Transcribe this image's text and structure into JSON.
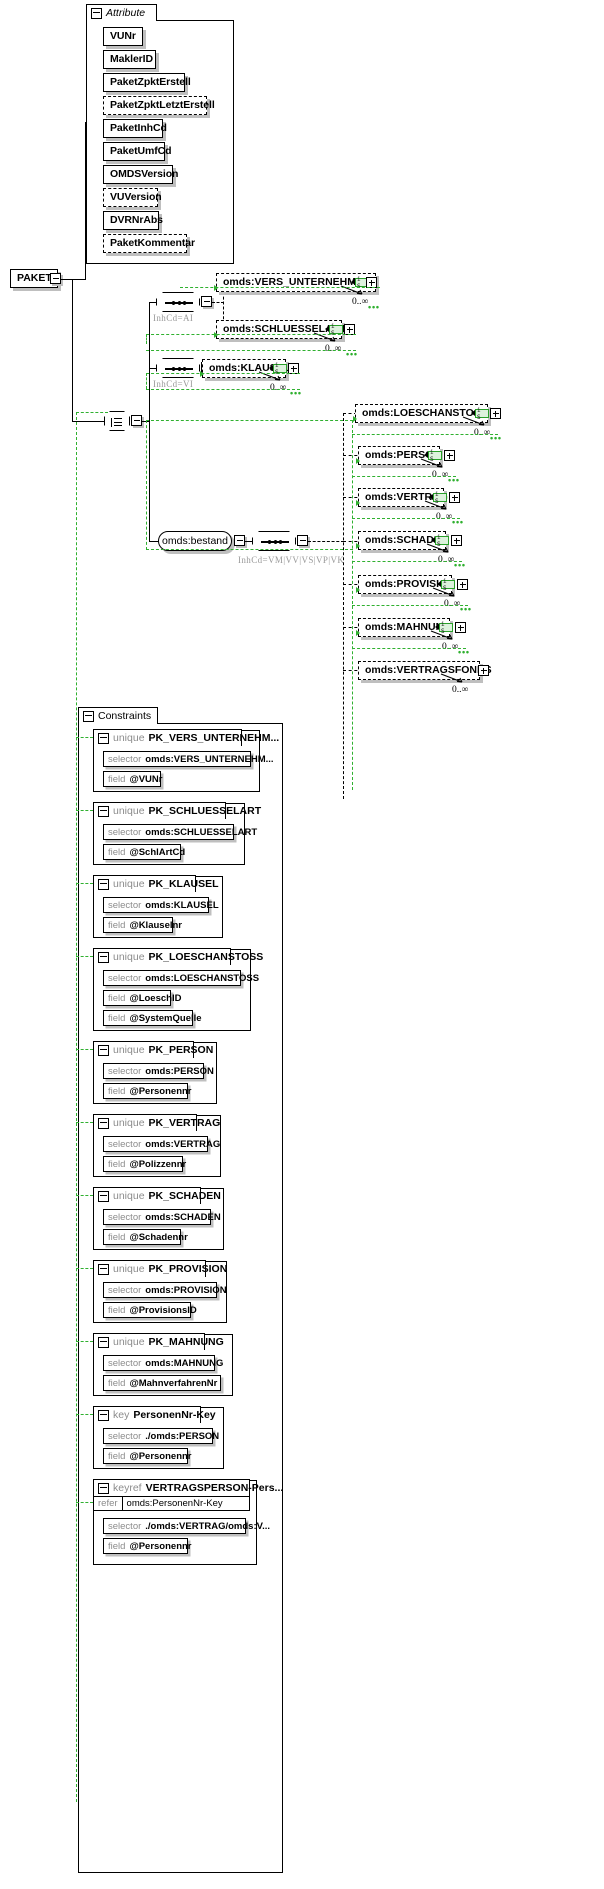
{
  "diagram": {
    "type": "xsd-schema-diagram",
    "root_element": "PAKET"
  },
  "attribute_group": {
    "tab_label": "Attribute",
    "toggle": "minus-icon",
    "attributes": [
      {
        "name": "VUNr",
        "optional": false
      },
      {
        "name": "MaklerID",
        "optional": false
      },
      {
        "name": "PaketZpktErstell",
        "optional": false
      },
      {
        "name": "PaketZpktLetztErstell",
        "optional": true
      },
      {
        "name": "PaketInhCd",
        "optional": false
      },
      {
        "name": "PaketUmfCd",
        "optional": false
      },
      {
        "name": "OMDSVersion",
        "optional": false
      },
      {
        "name": "VUVersion",
        "optional": true
      },
      {
        "name": "DVRNrAbs",
        "optional": false
      },
      {
        "name": "PaketKommentar",
        "optional": true
      }
    ]
  },
  "content_model": {
    "sequences": [
      {
        "id": "seq-ai",
        "annotation": "InhCd=AI"
      },
      {
        "id": "seq-vi",
        "annotation": "InhCd=VI"
      },
      {
        "id": "seq-bestand",
        "annotation": "InhCd=VM|VV|VS|VP|VK"
      }
    ],
    "choice": {
      "id": "choice-main",
      "label": "choice-compositor"
    },
    "group_ref": {
      "name": "omds:bestand"
    },
    "elements": [
      {
        "name": "omds:VERS_UNTERNEHMEN",
        "occurrence": "0..∞",
        "badge": "i S",
        "expandable": true,
        "group": "seq-ai"
      },
      {
        "name": "omds:SCHLUESSELART",
        "occurrence": "0..∞",
        "badge": "i S",
        "expandable": true,
        "group": "seq-ai"
      },
      {
        "name": "omds:KLAUSEL",
        "occurrence": "0..∞",
        "badge": "i S",
        "expandable": true,
        "group": "seq-vi"
      },
      {
        "name": "omds:LOESCHANSTOSS",
        "occurrence": "0..∞",
        "badge": "i S",
        "expandable": true,
        "group": "seq-bestand"
      },
      {
        "name": "omds:PERSON",
        "occurrence": "0..∞",
        "badge": "i S",
        "expandable": true,
        "group": "seq-bestand"
      },
      {
        "name": "omds:VERTRAG",
        "occurrence": "0..∞",
        "badge": "i S",
        "expandable": true,
        "group": "seq-bestand"
      },
      {
        "name": "omds:SCHADEN",
        "occurrence": "0..∞",
        "badge": "i S",
        "expandable": true,
        "group": "seq-bestand"
      },
      {
        "name": "omds:PROVISION",
        "occurrence": "0..∞",
        "badge": "i S",
        "expandable": true,
        "group": "seq-bestand"
      },
      {
        "name": "omds:MAHNUNG",
        "occurrence": "0..∞",
        "badge": "i S",
        "expandable": true,
        "group": "seq-bestand"
      },
      {
        "name": "omds:VERTRAGSFONDS",
        "occurrence": "0..∞",
        "badge": null,
        "expandable": true,
        "group": "seq-bestand"
      }
    ]
  },
  "constraints_group": {
    "tab_label": "Constraints",
    "toggle": "minus-icon",
    "labels": {
      "selector": "selector",
      "field": "field",
      "refer": "refer"
    },
    "items": [
      {
        "kind": "unique",
        "name": "PK_VERS_UNTERNEHM...",
        "selector": "omds:VERS_UNTERNEHM...",
        "fields": [
          "@VUNr"
        ]
      },
      {
        "kind": "unique",
        "name": "PK_SCHLUESSELART",
        "selector": "omds:SCHLUESSELART",
        "fields": [
          "@SchlArtCd"
        ]
      },
      {
        "kind": "unique",
        "name": "PK_KLAUSEL",
        "selector": "omds:KLAUSEL",
        "fields": [
          "@Klauselnr"
        ]
      },
      {
        "kind": "unique",
        "name": "PK_LOESCHANSTOSS",
        "selector": "omds:LOESCHANSTOSS",
        "fields": [
          "@LoeschID",
          "@SystemQuelle"
        ]
      },
      {
        "kind": "unique",
        "name": "PK_PERSON",
        "selector": "omds:PERSON",
        "fields": [
          "@Personennr"
        ]
      },
      {
        "kind": "unique",
        "name": "PK_VERTRAG",
        "selector": "omds:VERTRAG",
        "fields": [
          "@Polizzennr"
        ]
      },
      {
        "kind": "unique",
        "name": "PK_SCHADEN",
        "selector": "omds:SCHADEN",
        "fields": [
          "@Schadennr"
        ]
      },
      {
        "kind": "unique",
        "name": "PK_PROVISION",
        "selector": "omds:PROVISION",
        "fields": [
          "@ProvisionsID"
        ]
      },
      {
        "kind": "unique",
        "name": "PK_MAHNUNG",
        "selector": "omds:MAHNUNG",
        "fields": [
          "@MahnverfahrenNr"
        ]
      },
      {
        "kind": "key",
        "name": "PersonenNr-Key",
        "selector": "./omds:PERSON",
        "fields": [
          "@Personennr"
        ]
      },
      {
        "kind": "keyref",
        "name": "VERTRAGSPERSON-Pers...",
        "refer": "omds:PersonenNr-Key",
        "selector": "./omds:VERTRAG/omds:V...",
        "fields": [
          "@Personennr"
        ]
      }
    ]
  },
  "colors": {
    "line": "#000000",
    "green": "#2fb02f",
    "badge_bg": "#ddf2dd",
    "shadow": "#bfbfbf",
    "muted_text": "#8c8c8c"
  }
}
